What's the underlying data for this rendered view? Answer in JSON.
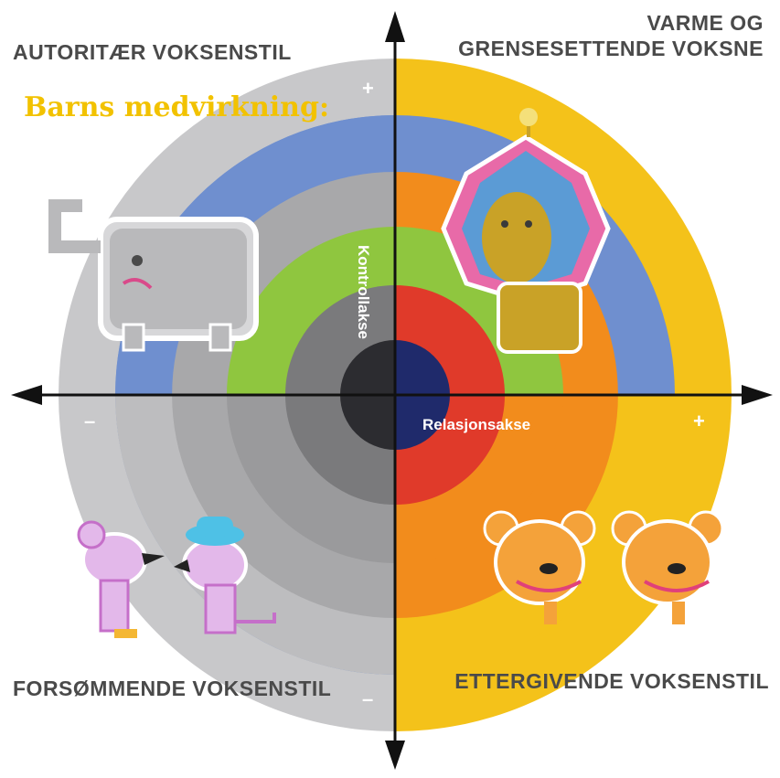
{
  "title": "Barns medvirkning:",
  "quadrants": {
    "top_left": "AUTORITÆR VOKSENSTIL",
    "top_right": [
      "VARME OG",
      "GRENSESETTENDE VOKSNE"
    ],
    "bottom_left": "FORSØMMENDE VOKSENSTIL",
    "bottom_right": "ETTERGIVENDE VOKSENSTIL"
  },
  "axes": {
    "vertical": "Kontrollakse",
    "horizontal": "Relasjonsakse"
  },
  "signs": {
    "top": "+",
    "bottom": "–",
    "left": "–",
    "right": "+"
  },
  "colors": {
    "left_rings": [
      "#c8c8ca",
      "#6f8fcf",
      "#a8a8aa",
      "#8fc63f",
      "#8a8a8c",
      "#5a5a5c",
      "#1f1f21"
    ],
    "right_rings": [
      "#f4c21a",
      "#6f8fcf",
      "#f28c1c",
      "#8fc63f",
      "#e03a2a",
      "#1f2a6b"
    ],
    "title": "#f2c200"
  },
  "figures": [
    "elephant",
    "lion",
    "mouse",
    "mouse-with-hat",
    "bear",
    "bear"
  ]
}
